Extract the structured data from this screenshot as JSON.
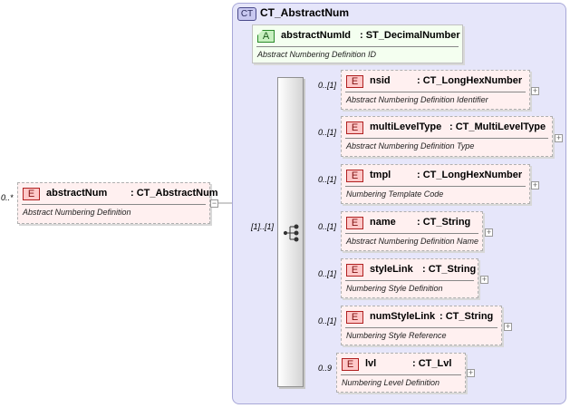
{
  "root": {
    "cardinality": "0..*",
    "badge": "E",
    "name": "abstractNum",
    "type": ": CT_AbstractNum",
    "description": "Abstract Numbering Definition"
  },
  "complex_type": {
    "badge": "CT",
    "name": "CT_AbstractNum"
  },
  "attribute": {
    "badge": "A",
    "name": "abstractNumId",
    "type": ": ST_DecimalNumber",
    "description": "Abstract Numbering Definition ID"
  },
  "sequence": {
    "cardinality": "[1]..[1]"
  },
  "children": [
    {
      "cardinality": "0..[1]",
      "badge": "E",
      "name": "nsid",
      "type": ": CT_LongHexNumber",
      "description": "Abstract Numbering Definition Identifier"
    },
    {
      "cardinality": "0..[1]",
      "badge": "E",
      "name": "multiLevelType",
      "type": ": CT_MultiLevelType",
      "description": "Abstract Numbering Definition Type"
    },
    {
      "cardinality": "0..[1]",
      "badge": "E",
      "name": "tmpl",
      "type": ": CT_LongHexNumber",
      "description": "Numbering Template Code"
    },
    {
      "cardinality": "0..[1]",
      "badge": "E",
      "name": "name",
      "type": ": CT_String",
      "description": "Abstract Numbering Definition Name"
    },
    {
      "cardinality": "0..[1]",
      "badge": "E",
      "name": "styleLink",
      "type": ": CT_String",
      "description": "Numbering Style Definition"
    },
    {
      "cardinality": "0..[1]",
      "badge": "E",
      "name": "numStyleLink",
      "type": ": CT_String",
      "description": "Numbering Style Reference"
    },
    {
      "cardinality": "0..9",
      "badge": "E",
      "name": "lvl",
      "type": ": CT_Lvl",
      "description": "Numbering Level Definition"
    }
  ]
}
